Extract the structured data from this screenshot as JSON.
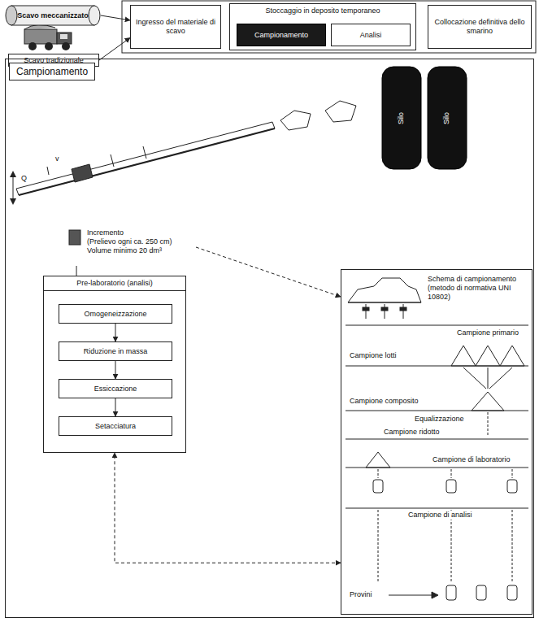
{
  "diagram": {
    "nodes": [
      {
        "text": [
          "Scavo meccanizzato"
        ]
      },
      {
        "text": [
          "Scavo tradizionale"
        ]
      },
      {
        "text": [
          "Ingresso del materiale di scavo"
        ]
      },
      {
        "text": [
          "Stoccaggio in deposito temporaneo"
        ]
      },
      {
        "text": [
          "Campionamento"
        ],
        "in": 3
      },
      {
        "text": [
          "Analisi"
        ],
        "in": 3
      },
      {
        "text": [
          "Collocazione definitiva dello smarino"
        ]
      },
      {
        "text": [
          "Campionamento"
        ]
      },
      {
        "text": [
          "Silo"
        ],
        "in": 7
      },
      {
        "text": [
          "Silo"
        ],
        "in": 7
      },
      {
        "text": [
          "Incremento",
          "(Prelievo ogni ca. 250 cm)",
          "Volume minimo 20 dm³"
        ],
        "in": 7
      },
      {
        "text": [
          "Pre-laboratorio (analisi)"
        ],
        "in": 7
      },
      {
        "text": [
          "Omogeneizzazione"
        ],
        "in": 11
      },
      {
        "text": [
          "Riduzione in massa"
        ],
        "in": 11
      },
      {
        "text": [
          "Essiccazione"
        ],
        "in": 11
      },
      {
        "text": [
          "Setacciatura"
        ],
        "in": 11
      },
      {
        "text": [
          "Schema di campionamento (metodo di normativa UNI 10802)"
        ],
        "in": 7
      }
    ],
    "edges": [
      {
        "from": 0,
        "to": 2,
        "arrow": "to"
      },
      {
        "from": 1,
        "to": 2,
        "arrow": "to"
      },
      {
        "from": 10,
        "to": 16,
        "arrow": "to"
      },
      {
        "from": 10,
        "to": 11,
        "arrow": "none"
      },
      {
        "from": 12,
        "to": 13,
        "arrow": "to"
      },
      {
        "from": 13,
        "to": 14,
        "arrow": "to"
      },
      {
        "from": 14,
        "to": 15,
        "arrow": "to"
      },
      {
        "from": 16,
        "to": 11,
        "arrow": "both"
      }
    ],
    "labels": [
      "Q",
      "v",
      "Campione primario",
      "Campione lotti",
      "Campione composito",
      "Equalizzazione",
      "Campione ridotto",
      "Campione di laboratorio",
      "Campione di analisi",
      "Provini"
    ]
  }
}
